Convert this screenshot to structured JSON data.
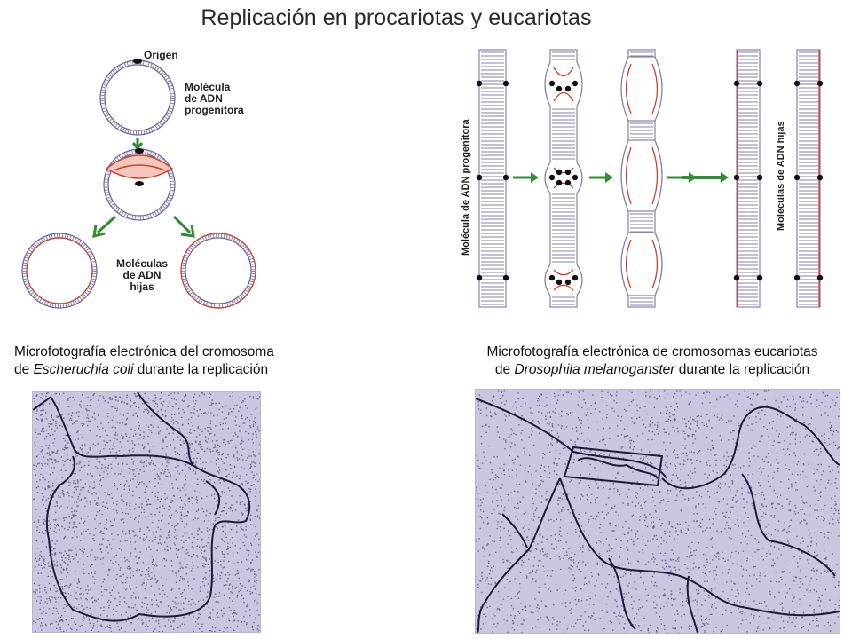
{
  "title": "Replicación en procariotas y eucariotas",
  "prokaryote": {
    "origin_label": "Origen",
    "parent_label": [
      "Molécula",
      "de ADN",
      "progenitora"
    ],
    "daughter_label": [
      "Moléculas",
      "de ADN",
      "hijas"
    ]
  },
  "eukaryote": {
    "parent_label": "Molécula de ADN progenitora",
    "daughter_label": "Moléculas de ADN hijas"
  },
  "captions": {
    "left": {
      "line1": "Microfotografía electrónica del cromosoma",
      "line2_italic": "Escheruchia coli",
      "line2_pre": "de ",
      "line2_post": " durante la replicación"
    },
    "right": {
      "line1": "Microfotografía electrónica de cromosomas eucariotas",
      "line2_italic": "Drosophila melanoganster",
      "line2_pre": "de ",
      "line2_post": " durante la replicación"
    }
  },
  "colors": {
    "strand_purple": "#8a7fb0",
    "new_strand_red": "#c8452a",
    "arrow_green": "#2f8f2f",
    "micro_bg": "#c9c7df",
    "micro_dot": "#4a4678"
  }
}
